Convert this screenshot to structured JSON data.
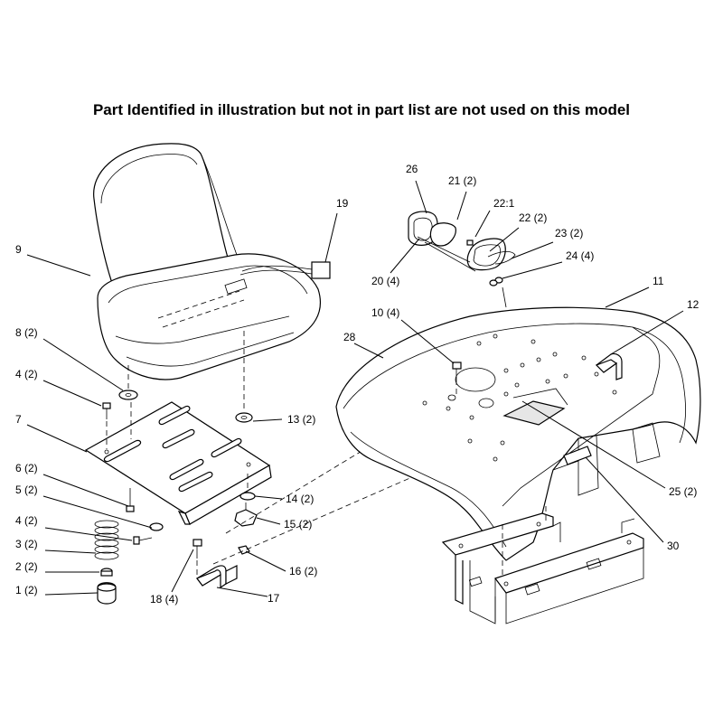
{
  "title": "Part Identified in illustration but not in part list are not used on this model",
  "callouts": [
    {
      "id": "c9",
      "text": "9"
    },
    {
      "id": "c8",
      "text": "8 (2)"
    },
    {
      "id": "c4a",
      "text": "4 (2)"
    },
    {
      "id": "c7",
      "text": "7"
    },
    {
      "id": "c6",
      "text": "6 (2)"
    },
    {
      "id": "c5",
      "text": "5 (2)"
    },
    {
      "id": "c4b",
      "text": "4 (2)"
    },
    {
      "id": "c3",
      "text": "3 (2)"
    },
    {
      "id": "c2",
      "text": "2 (2)"
    },
    {
      "id": "c1",
      "text": "1 (2)"
    },
    {
      "id": "c18",
      "text": "18 (4)"
    },
    {
      "id": "c17",
      "text": "17"
    },
    {
      "id": "c16",
      "text": "16 (2)"
    },
    {
      "id": "c15",
      "text": "15 (2)"
    },
    {
      "id": "c14",
      "text": "14 (2)"
    },
    {
      "id": "c13",
      "text": "13 (2)"
    },
    {
      "id": "c19",
      "text": "19"
    },
    {
      "id": "c26",
      "text": "26"
    },
    {
      "id": "c21",
      "text": "21 (2)"
    },
    {
      "id": "c22a",
      "text": "22:1"
    },
    {
      "id": "c22b",
      "text": "22 (2)"
    },
    {
      "id": "c23",
      "text": "23 (2)"
    },
    {
      "id": "c24",
      "text": "24 (4)"
    },
    {
      "id": "c20",
      "text": "20 (4)"
    },
    {
      "id": "c10",
      "text": "10 (4)"
    },
    {
      "id": "c11",
      "text": "11"
    },
    {
      "id": "c12",
      "text": "12"
    },
    {
      "id": "c28",
      "text": "28"
    },
    {
      "id": "c25",
      "text": "25 (2)"
    },
    {
      "id": "c30",
      "text": "30"
    }
  ]
}
